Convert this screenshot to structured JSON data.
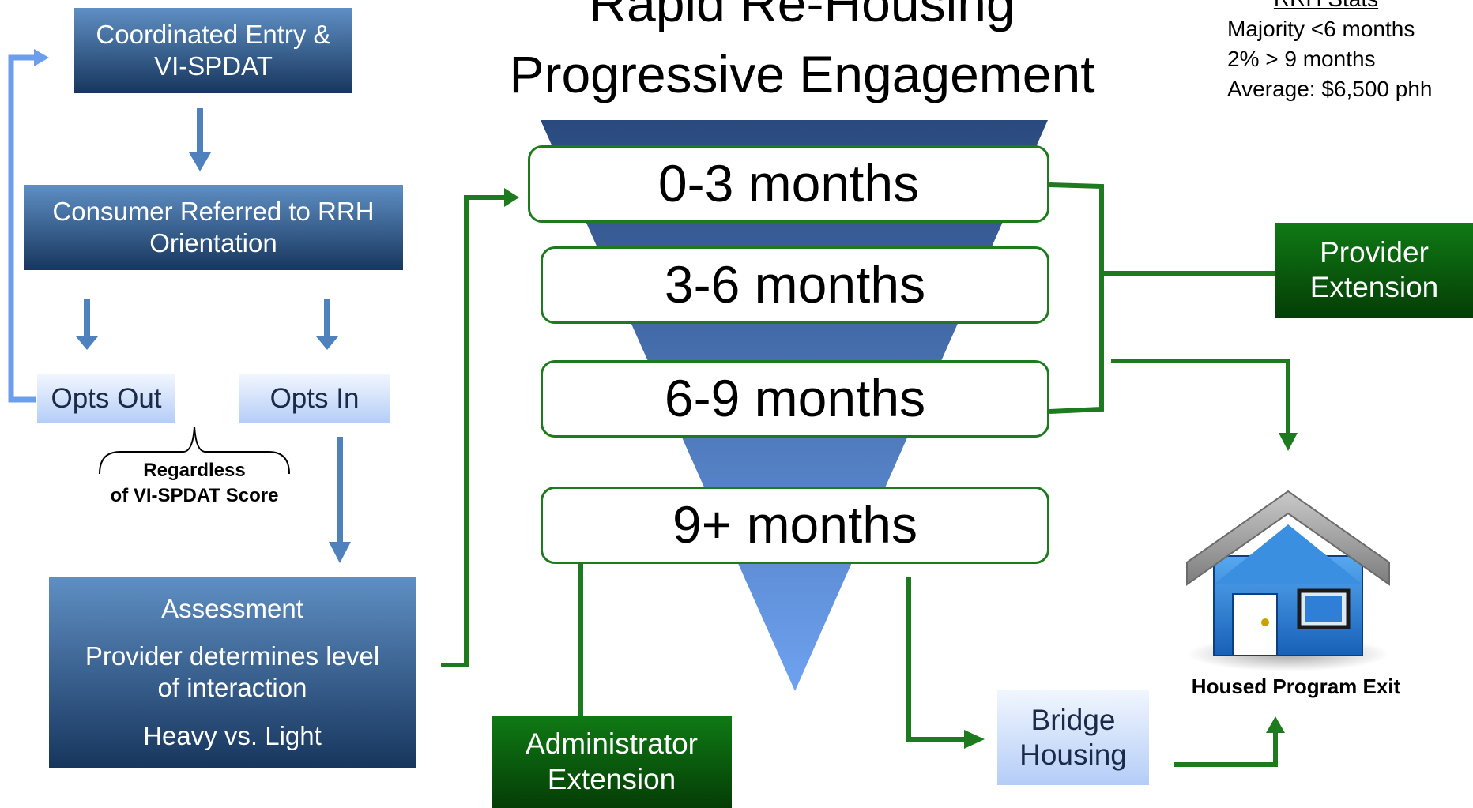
{
  "title_lines": [
    "Rapid Re-Housing",
    "Progressive Engagement"
  ],
  "flow": {
    "coordinated_entry": "Coordinated Entry &\nVI-SPDAT",
    "consumer_referred": "Consumer Referred to RRH\nOrientation",
    "opts_out": "Opts Out",
    "opts_in": "Opts In",
    "brace_note": "Regardless\nof VI-SPDAT Score",
    "assessment": {
      "heading": "Assessment",
      "detail": "Provider determines level\nof interaction",
      "intensity": "Heavy vs. Light"
    }
  },
  "stages": [
    "0-3 months",
    "3-6 months",
    "6-9 months",
    "9+ months"
  ],
  "extensions": {
    "provider": "Provider\nExtension",
    "administrator": "Administrator\nExtension"
  },
  "bridge_housing": "Bridge\nHousing",
  "exit_label": "Housed Program Exit",
  "house_icon": "house-icon",
  "rrh_stats": {
    "heading": "RRH Stats",
    "lines": [
      "Majority <6 months",
      "2% > 9 months",
      "Average:  $6,500 phh"
    ]
  },
  "colors": {
    "blue_box": "#2f5a8f",
    "pale_box": "#c9dbf8",
    "green_box": "#0b5e0e",
    "arrow_blue": "#4f81bd",
    "arrow_green": "#1e7a1e",
    "funnel": "#2e4d84"
  }
}
